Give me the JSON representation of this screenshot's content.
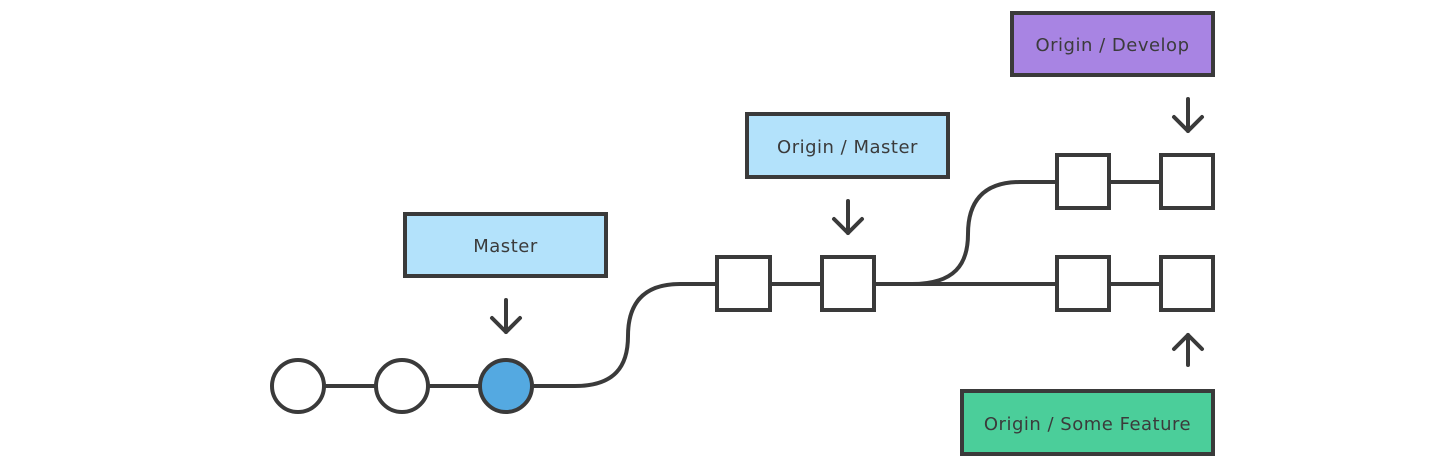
{
  "labels": {
    "master": "Master",
    "origin_master": "Origin / Master",
    "origin_develop": "Origin / Develop",
    "origin_some_feature": "Origin / Some Feature"
  },
  "colors": {
    "stroke": "#3a3a3a",
    "master_fill": "#b3e2fb",
    "origin_master_fill": "#b3e2fb",
    "origin_develop_fill": "#a884e3",
    "origin_some_feature_fill": "#4bce9a",
    "head_commit_fill": "#54a9e1",
    "commit_fill": "#ffffff"
  },
  "commits": {
    "local": [
      "commit",
      "commit",
      "head-commit"
    ],
    "shared": [
      "commit",
      "commit"
    ],
    "develop": [
      "commit",
      "commit"
    ],
    "feature": [
      "commit",
      "commit"
    ]
  }
}
